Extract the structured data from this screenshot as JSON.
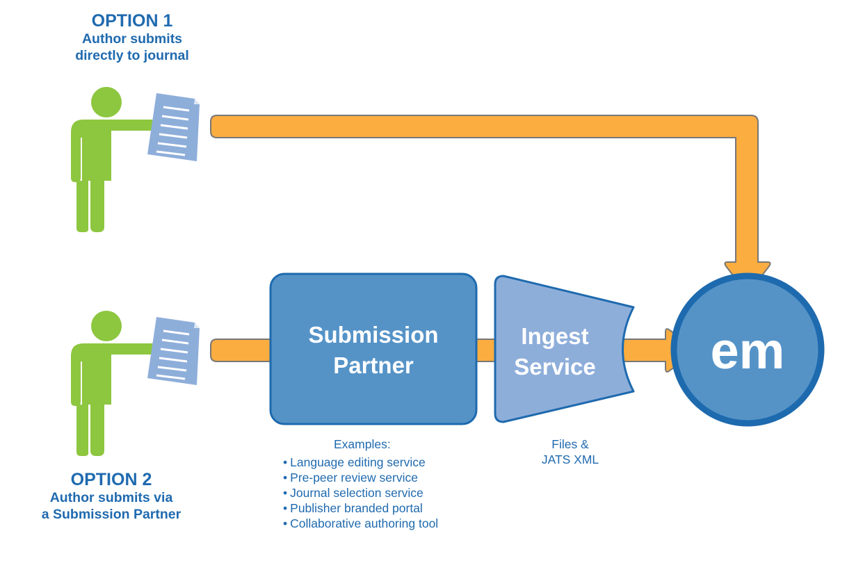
{
  "option1": {
    "title": "OPTION 1",
    "line1": "Author submits",
    "line2": "directly to journal"
  },
  "option2": {
    "title": "OPTION 2",
    "line1": "Author submits via",
    "line2": "a Submission Partner"
  },
  "submission_partner": {
    "line1": "Submission",
    "line2": "Partner"
  },
  "ingest_service": {
    "line1": "Ingest",
    "line2": "Service"
  },
  "destination": {
    "label": "em"
  },
  "examples": {
    "heading": "Examples:",
    "items": [
      "Language editing service",
      "Pre-peer review service",
      "Journal selection service",
      "Publisher branded portal",
      "Collaborative authoring tool"
    ]
  },
  "ingest_output": {
    "line1": "Files &",
    "line2": "JATS XML"
  },
  "icons": {
    "author": "person-icon",
    "manuscript": "document-icon",
    "flow": "arrow-icon"
  },
  "colors": {
    "text_blue": "#1F6AAF",
    "person_green": "#8DC63F",
    "document_blue": "#8EAEDA",
    "arrow_orange": "#FBAD3F",
    "arrow_stroke": "#777777",
    "box_fill": "#5593C7",
    "box_border": "#1E6AAE",
    "ingest_fill": "#8EAEDA"
  }
}
